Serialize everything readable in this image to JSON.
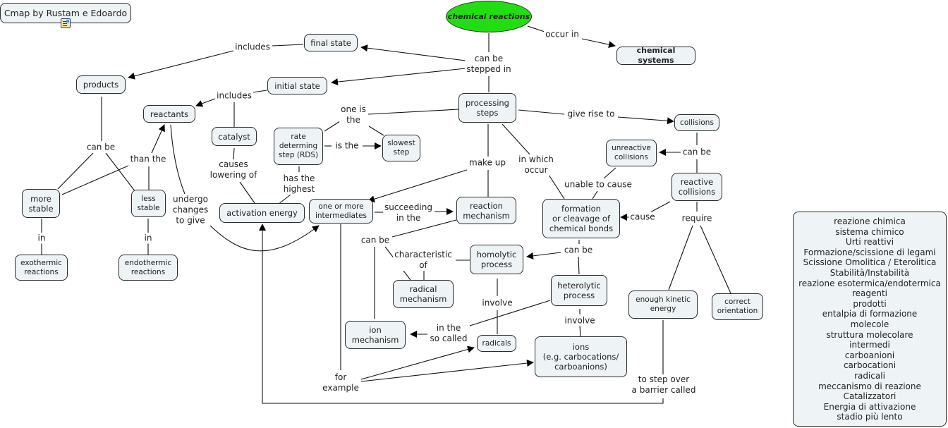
{
  "title": "Cmap by Rustam e Edoardo",
  "title_icon": "resource-document-icon",
  "main_concept": "chemical reactions",
  "concepts": {
    "chemical_systems": "chemical systems",
    "final_state": "final state",
    "initial_state": "initial state",
    "products": "products",
    "reactants": "reactants",
    "catalyst": "catalyst",
    "rds": "rate\ndeterming\nstep (RDS)",
    "slowest_step": "slowest\nstep",
    "processing_steps": "processing\nsteps",
    "collisions": "collisions",
    "unreactive_collisions": "unreactive\ncollisions",
    "reactive_collisions": "reactive\ncollisions",
    "more_stable": "more\nstable",
    "less_stable": "less\nstable",
    "exothermic": "exothermic\nreactions",
    "endothermic": "endothermic\nreactions",
    "activation_energy": "activation energy",
    "intermediates": "one or more\nintermediates",
    "reaction_mechanism": "reaction\nmechanism",
    "bonds": "formation\nor cleavage of\nchemical bonds",
    "homolytic": "homolytic\nprocess",
    "radical_mechanism": "radical\nmechanism",
    "heterolytic": "heterolytic\nprocess",
    "ion_mechanism": "ion\nmechanism",
    "radicals": "radicals",
    "ions": "ions\n(e.g. carbocations/\ncarboanions)",
    "kinetic_energy": "enough kinetic\nenergy",
    "orientation": "correct\norientation"
  },
  "linking_phrases": {
    "occur_in": "occur in",
    "stepped_in": "can be\nstepped in",
    "includes_final": "includes",
    "includes_initial": "includes",
    "one_is_the": "one is\nthe",
    "is_the": "is the",
    "give_rise_to": "give rise to",
    "can_be_collisions": "can be",
    "can_be_products": "can be",
    "than_the": "than the",
    "causes_lowering": "causes\nlowering of",
    "has_highest": "has the\nhighest",
    "make_up": "make up",
    "in_which_occur": "in which\noccur",
    "unable_to_cause": "unable to cause",
    "cause": "cause",
    "require": "require",
    "undergo": "undergo\nchanges\nto give",
    "succeeding": "succeeding\nin the",
    "in_exo": "in",
    "in_endo": "in",
    "can_be_mech": "can be",
    "characteristic": "characteristic\nof",
    "can_be_bonds": "can be",
    "involve_homo": "involve",
    "involve_hetero": "involve",
    "in_the_so_called": "in the\nso called",
    "for_example": "for\nexample",
    "step_over": "to step over\na barrier called"
  },
  "legend": [
    "reazione chimica",
    "sistema chimico",
    "Urti reattivi",
    "Formazione/scissione di legami",
    "Scissione Omolitica / Eterolitica",
    "Stabilità/Instabilità",
    "reazione esotermica/endotermica",
    "reagenti",
    "prodotti",
    "entalpia di formazione",
    "molecole",
    "struttura molecolare",
    "intermedi",
    "carboanioni",
    "carbocationi",
    "radicali",
    "meccanismo di reazione",
    "Catalizzatori",
    "Energia di attivazione",
    "stadio più lento"
  ]
}
